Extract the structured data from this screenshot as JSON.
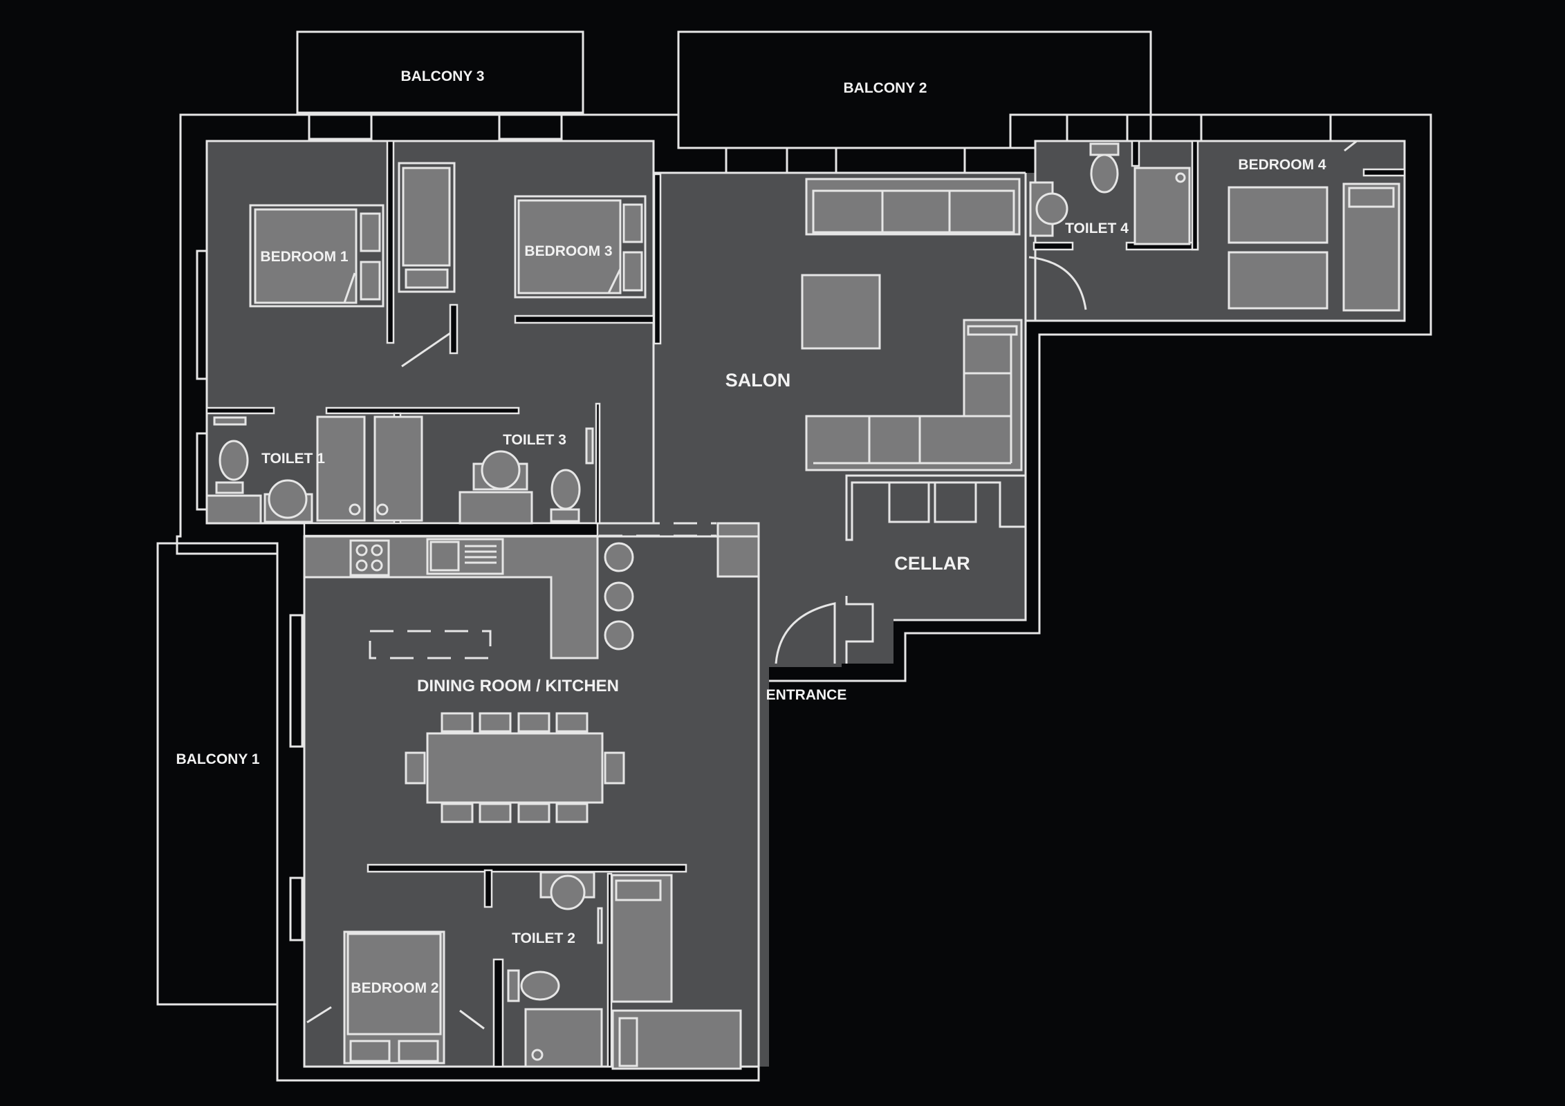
{
  "floorplan": {
    "colors": {
      "background": "#060709",
      "floor": "#4e4f51",
      "furniture": "#7a7a7b",
      "lines": "#e6e6e6",
      "labels": "#f2f2f2"
    },
    "rooms": {
      "balcony1": "BALCONY 1",
      "balcony2": "BALCONY 2",
      "balcony3": "BALCONY 3",
      "bedroom1": "BEDROOM 1",
      "bedroom2": "BEDROOM 2",
      "bedroom3": "BEDROOM 3",
      "bedroom4": "BEDROOM 4",
      "toilet1": "TOILET 1",
      "toilet2": "TOILET 2",
      "toilet3": "TOILET 3",
      "toilet4": "TOILET 4",
      "salon": "SALON",
      "cellar": "CELLAR",
      "dining_kitchen": "DINING ROOM / KITCHEN",
      "entrance": "ENTRANCE"
    }
  }
}
